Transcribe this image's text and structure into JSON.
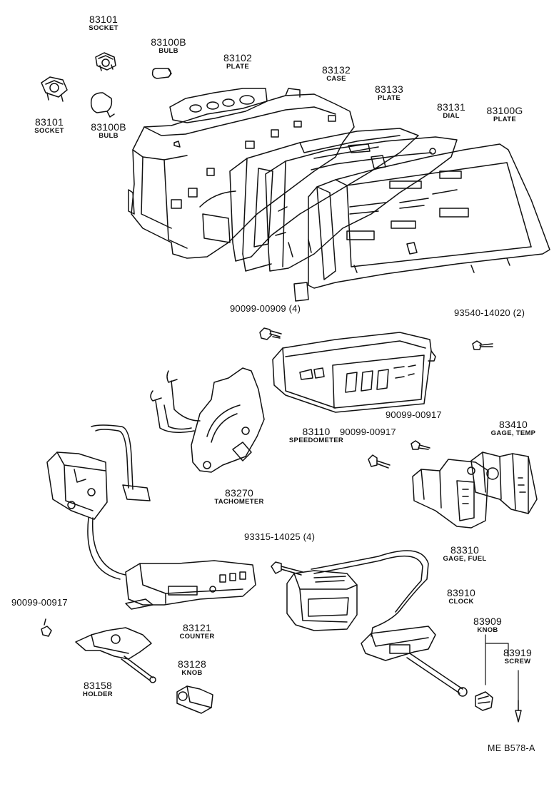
{
  "parts": {
    "p83101a": {
      "number": "83101",
      "name": "SOCKET"
    },
    "p83100Ba": {
      "number": "83100B",
      "name": "BULB"
    },
    "p83102": {
      "number": "83102",
      "name": "PLATE"
    },
    "p83132": {
      "number": "83132",
      "name": "CASE"
    },
    "p83133": {
      "number": "83133",
      "name": "PLATE"
    },
    "p83131": {
      "number": "83131",
      "name": "DIAL"
    },
    "p83100G": {
      "number": "83100G",
      "name": "PLATE"
    },
    "p83101b": {
      "number": "83101",
      "name": "SOCKET"
    },
    "p83100Bb": {
      "number": "83100B",
      "name": "BULB"
    },
    "p83110": {
      "number": "83110",
      "name": "SPEEDOMETER"
    },
    "p83270": {
      "number": "83270",
      "name": "TACHOMETER"
    },
    "p83410": {
      "number": "83410",
      "name": "GAGE, TEMP"
    },
    "p83310": {
      "number": "83310",
      "name": "GAGE, FUEL"
    },
    "p83121": {
      "number": "83121",
      "name": "COUNTER"
    },
    "p83910": {
      "number": "83910",
      "name": "CLOCK"
    },
    "p83909": {
      "number": "83909",
      "name": "KNOB"
    },
    "p83919": {
      "number": "83919",
      "name": "SCREW"
    },
    "p83158": {
      "number": "83158",
      "name": "HOLDER"
    },
    "p83128": {
      "number": "83128",
      "name": "KNOB"
    }
  },
  "fasteners": {
    "f1": "90099-00909 (4)",
    "f2": "93540-14020 (2)",
    "f3": "90099-00917",
    "f4": "90099-00917",
    "f5": "93315-14025 (4)",
    "f6": "90099-00917"
  },
  "diagram_ref": "ME B578-A"
}
